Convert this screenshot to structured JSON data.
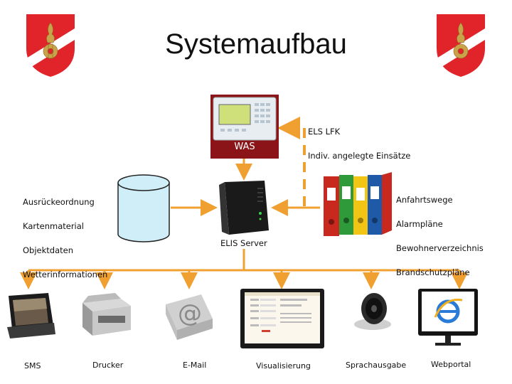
{
  "header": {
    "title": "Systemaufbau"
  },
  "nodes": {
    "was": {
      "label": "WAS"
    },
    "lfk": {
      "lines": [
        "ELS LFK",
        "Indiv. angelegte Einsätze"
      ]
    },
    "database": {
      "lines": [
        "Ausrückeordnung",
        "Kartenmaterial",
        "Objektdaten",
        "Wetterinformationen"
      ]
    },
    "server": {
      "label": "ELIS Server"
    },
    "folders": {
      "lines": [
        "Anfahrtswege",
        "Alarmpläne",
        "Bewohnerverzeichnis",
        "Brandschutzpläne"
      ]
    }
  },
  "outputs": [
    {
      "label": "SMS",
      "icon": "smartphone-icon"
    },
    {
      "label": "Drucker",
      "icon": "printer-icon"
    },
    {
      "label": "E-Mail",
      "icon": "at-sign-icon"
    },
    {
      "label": "Visualisierung",
      "icon": "monitor-app-icon"
    },
    {
      "label": "Sprachausgabe",
      "icon": "speaker-icon"
    },
    {
      "label": "Webportal",
      "icon": "internet-explorer-monitor-icon"
    }
  ],
  "colors": {
    "arrow": "#f0a030",
    "logo_red": "#e0242a",
    "folder_red": "#c8281e",
    "folder_green": "#2e9a3a",
    "folder_yellow": "#f2c414",
    "folder_blue": "#1f5aa8"
  }
}
